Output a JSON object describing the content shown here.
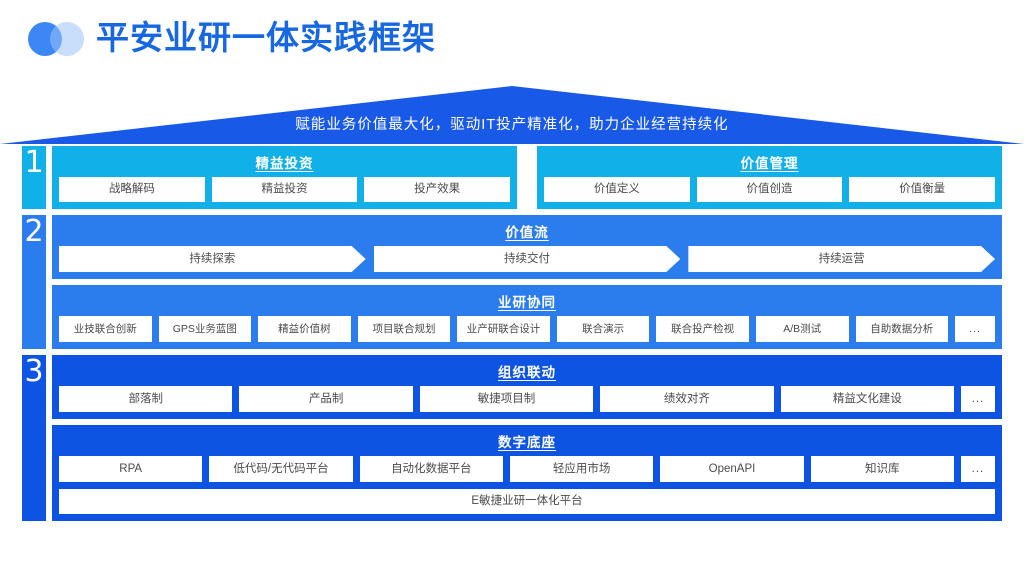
{
  "header": {
    "title": "平安业研一体实践框架",
    "logo_icon": "two-overlapping-circles-icon",
    "title_color": "#1667e0"
  },
  "banner": {
    "text": "赋能业务价值最大化，驱动IT投产精准化，助力企业经营持续化",
    "color": "#1959e8"
  },
  "rows": [
    {
      "number": "1",
      "color": "#12b0e8",
      "panels": [
        {
          "title": "精益投资",
          "items": [
            "战略解码",
            "精益投资",
            "投产效果"
          ]
        },
        {
          "title": "价值管理",
          "items": [
            "价值定义",
            "价值创造",
            "价值衡量"
          ]
        }
      ]
    },
    {
      "number": "2",
      "color": "#2b7cec",
      "panels": [
        {
          "title": "价值流",
          "items": [
            "持续探索",
            "持续交付",
            "持续运营"
          ]
        },
        {
          "title": "业研协同",
          "items": [
            "业技联合创新",
            "GPS业务蓝图",
            "精益价值树",
            "项目联合规划",
            "业产研联合设计",
            "联合演示",
            "联合投产检视",
            "A/B测试",
            "自助数据分析",
            "..."
          ]
        }
      ]
    },
    {
      "number": "3",
      "color": "#0d54e3",
      "panels": [
        {
          "title": "组织联动",
          "items": [
            "部落制",
            "产品制",
            "敏捷项目制",
            "绩效对齐",
            "精益文化建设",
            "..."
          ]
        },
        {
          "title": "数字底座",
          "items": [
            "RPA",
            "低代码/无代码平台",
            "自动化数据平台",
            "轻应用市场",
            "OpenAPI",
            "知识库",
            "..."
          ],
          "platform": "E敏捷业研一体化平台"
        }
      ]
    }
  ]
}
